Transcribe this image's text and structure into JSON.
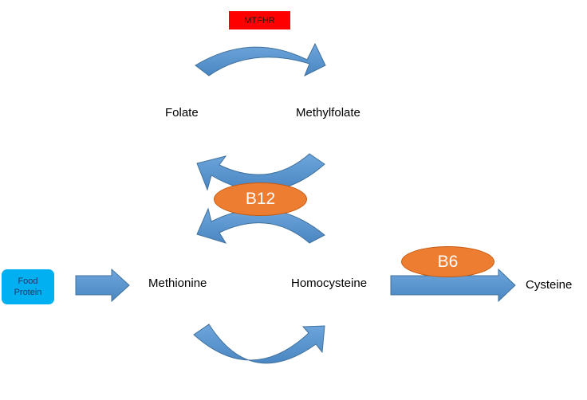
{
  "enzyme": {
    "label": "MTFHR"
  },
  "food_protein": {
    "line1": "Food",
    "line2": "Protein"
  },
  "cofactors": {
    "b12": "B12",
    "b6": "B6"
  },
  "nodes": {
    "folate": "Folate",
    "methylfolate": "Methylfolate",
    "methionine": "Methionine",
    "homocysteine": "Homocysteine",
    "cysteine": "Cysteine"
  },
  "colors": {
    "arrow_fill": "#5b9bd5",
    "arrow_stroke": "#41719c",
    "enzyme_box": "#ff0000",
    "food_box": "#00b0f0",
    "cofactor": "#ed7d31"
  }
}
